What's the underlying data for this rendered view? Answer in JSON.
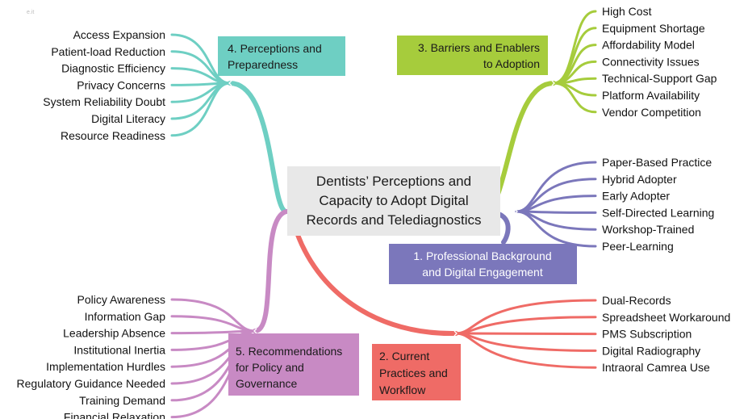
{
  "watermark": "e.it",
  "central_topic": {
    "lines": [
      "Dentists’ Perceptions and",
      "Capacity to Adopt Digital",
      "Records and Telediagnostics"
    ],
    "fill": "#e8e8e8"
  },
  "branches": [
    {
      "id": "professional",
      "color": "#7b77bb",
      "label_color": "#ffffff",
      "label_lines": [
        "1. Professional Background",
        "and Digital Engagement"
      ],
      "items": [
        "Paper-Based Practice",
        "Hybrid Adopter",
        "Early Adopter",
        "Self-Directed Learning",
        "Workshop-Trained",
        "Peer-Learning"
      ]
    },
    {
      "id": "practices",
      "color": "#ef6b66",
      "label_color": "#1a1a1a",
      "label_lines": [
        "2. Current",
        "Practices and",
        "Workflow"
      ],
      "items": [
        "Dual-Records",
        "Spreadsheet Workaround",
        "PMS Subscription",
        "Digital Radiography",
        "Intraoral Camrea Use"
      ]
    },
    {
      "id": "barriers",
      "color": "#a6cc3c",
      "label_color": "#1a1a1a",
      "label_lines": [
        "3. Barriers and Enablers",
        "to Adoption"
      ],
      "items": [
        "High Cost",
        "Equipment Shortage",
        "Affordability Model",
        "Connectivity Issues",
        "Technical-Support Gap",
        "Platform Availability",
        "Vendor Competition"
      ]
    },
    {
      "id": "perceptions",
      "color": "#6ecfc3",
      "label_color": "#1a1a1a",
      "label_lines": [
        "4. Perceptions and",
        "Preparedness"
      ],
      "items": [
        "Access Expansion",
        "Patient-load Reduction",
        "Diagnostic Efficiency",
        "Privacy Concerns",
        "System Reliability Doubt",
        "Digital Literacy",
        "Resource Readiness"
      ]
    },
    {
      "id": "recommendations",
      "color": "#c88ac4",
      "label_color": "#1a1a1a",
      "label_lines": [
        "5. Recommendations",
        "for Policy and",
        "Governance"
      ],
      "items": [
        "Policy Awareness",
        "Information Gap",
        "Leadership Absence",
        "Institutional Inertia",
        "Implementation Hurdles",
        "Regulatory Guidance Needed",
        "Training Demand",
        "Financial Relaxation"
      ]
    }
  ]
}
